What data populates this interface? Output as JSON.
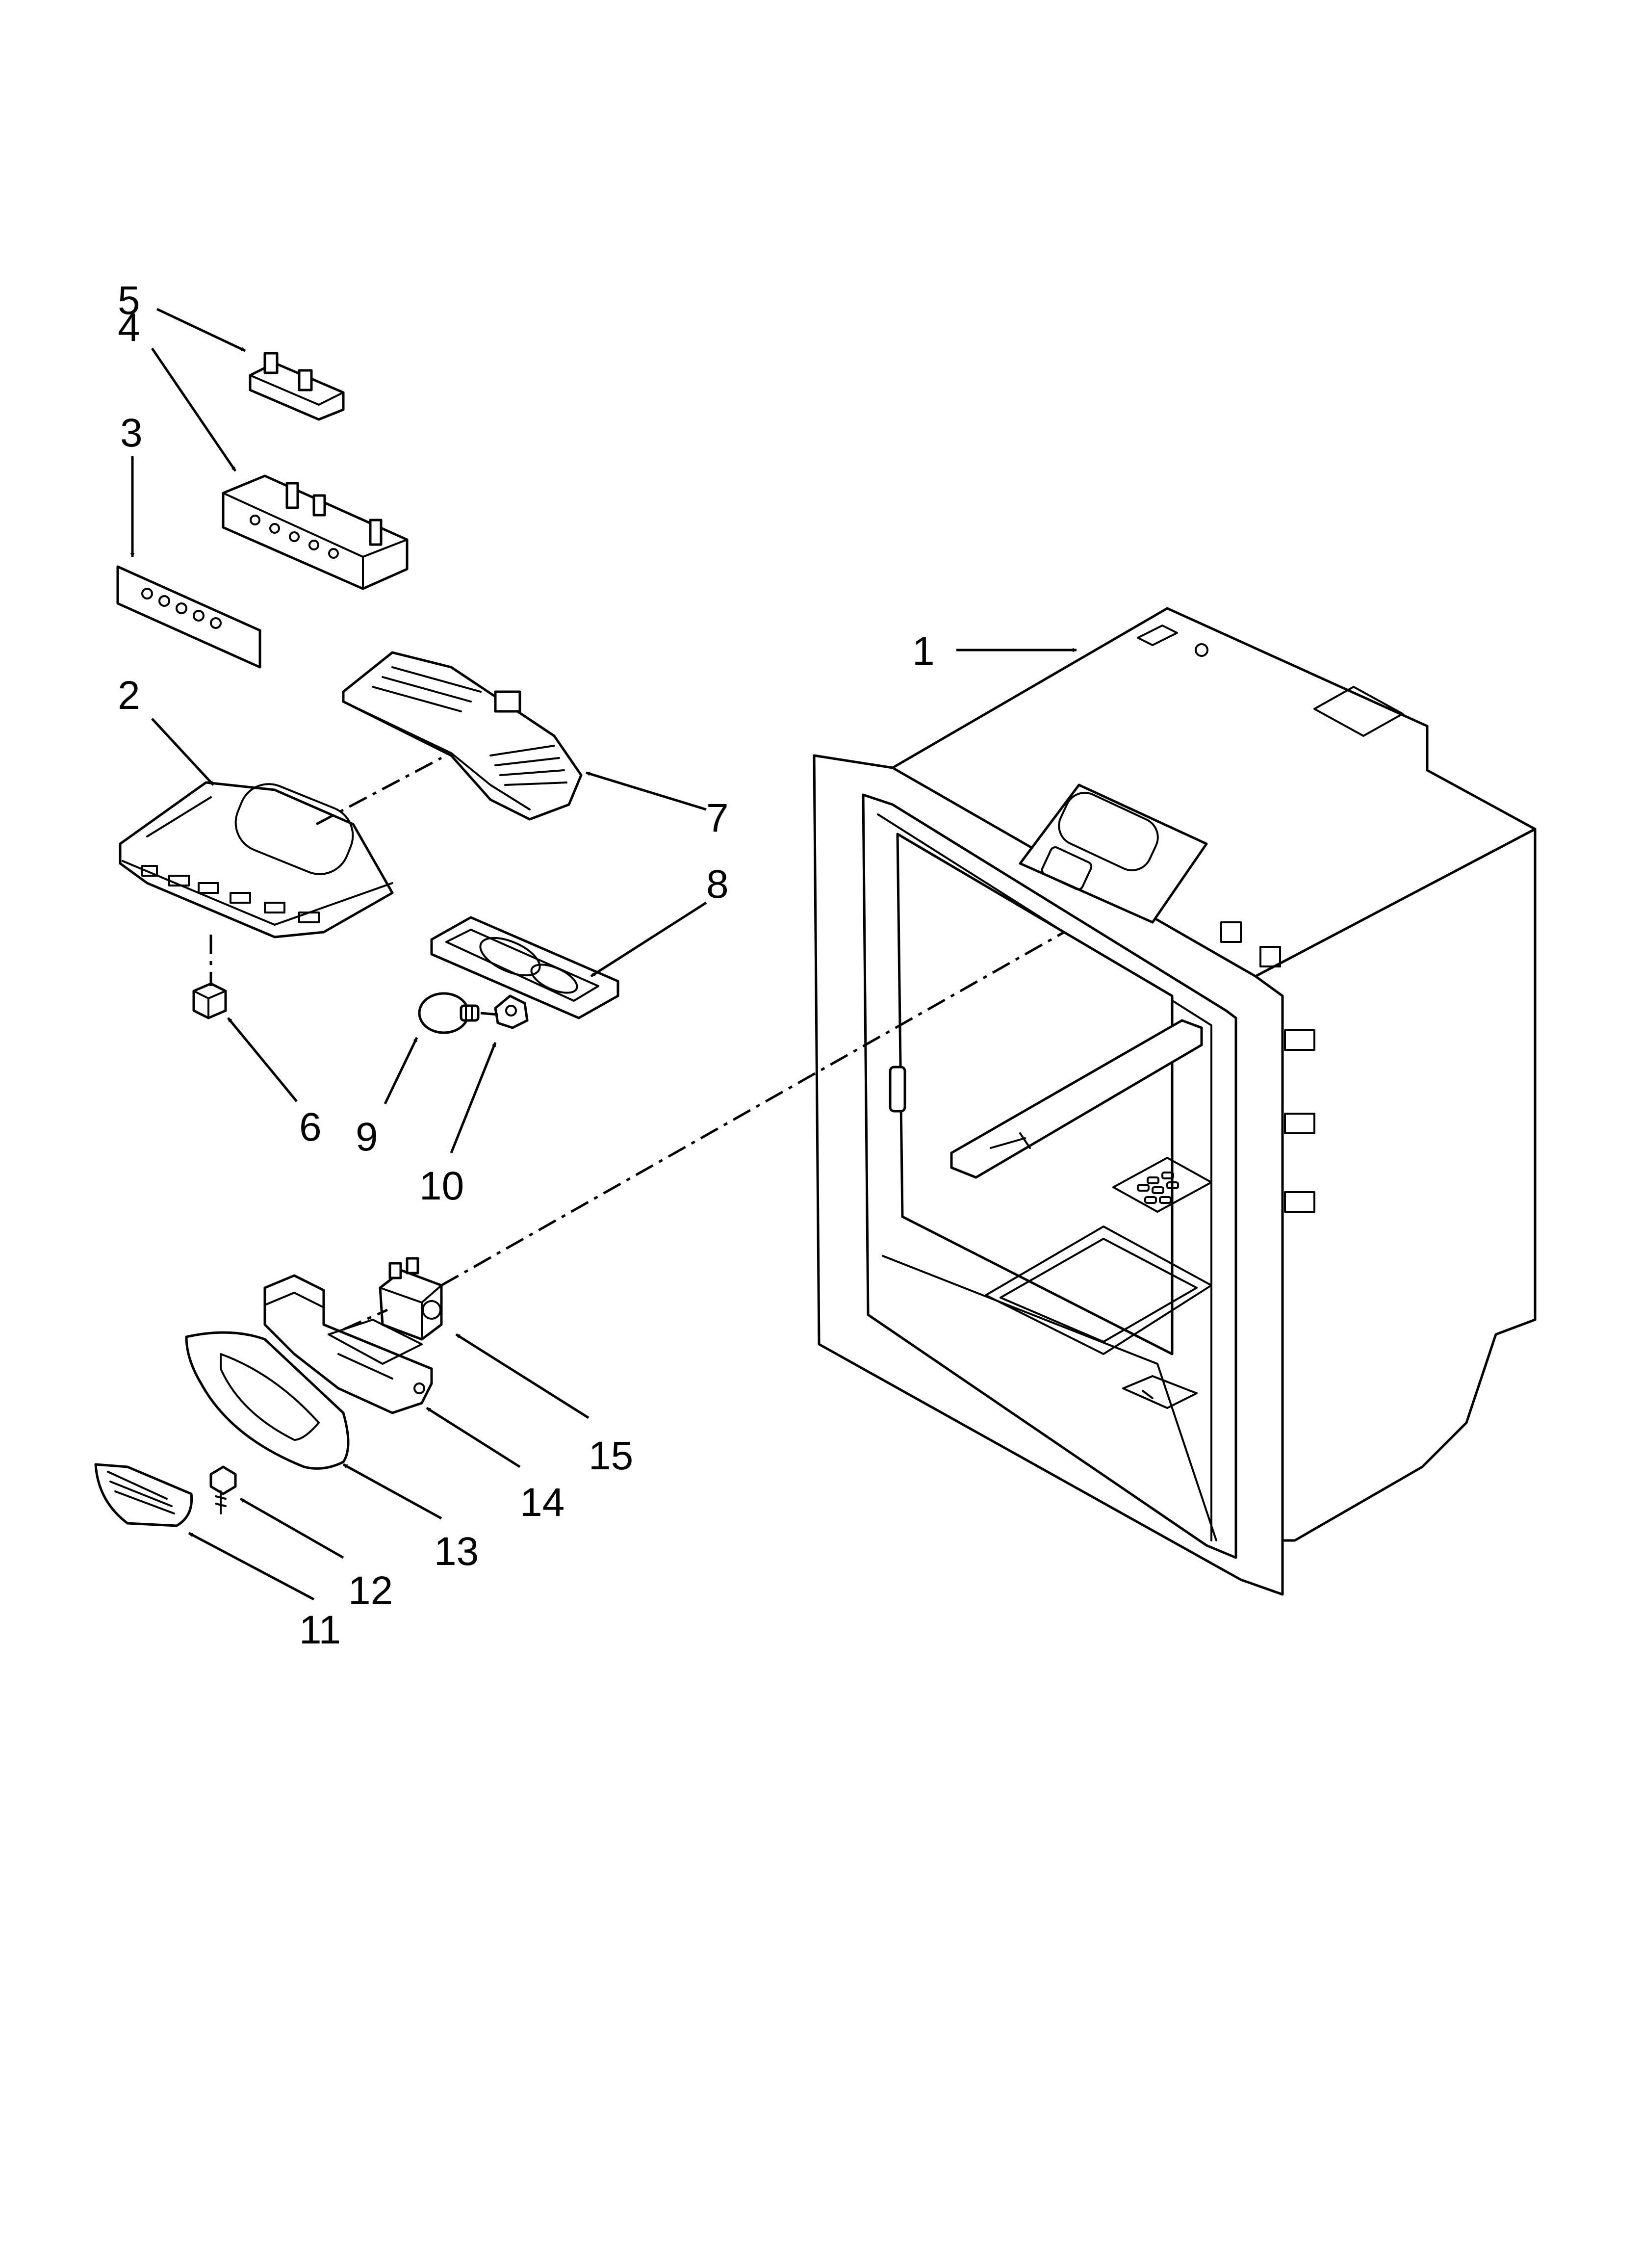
{
  "diagram": {
    "type": "exploded parts view",
    "colors": {
      "line": "#000000",
      "background": "#ffffff"
    },
    "callouts": [
      "1",
      "2",
      "3",
      "4",
      "5",
      "6",
      "7",
      "8",
      "9",
      "10",
      "11",
      "12",
      "13",
      "14",
      "15"
    ]
  }
}
